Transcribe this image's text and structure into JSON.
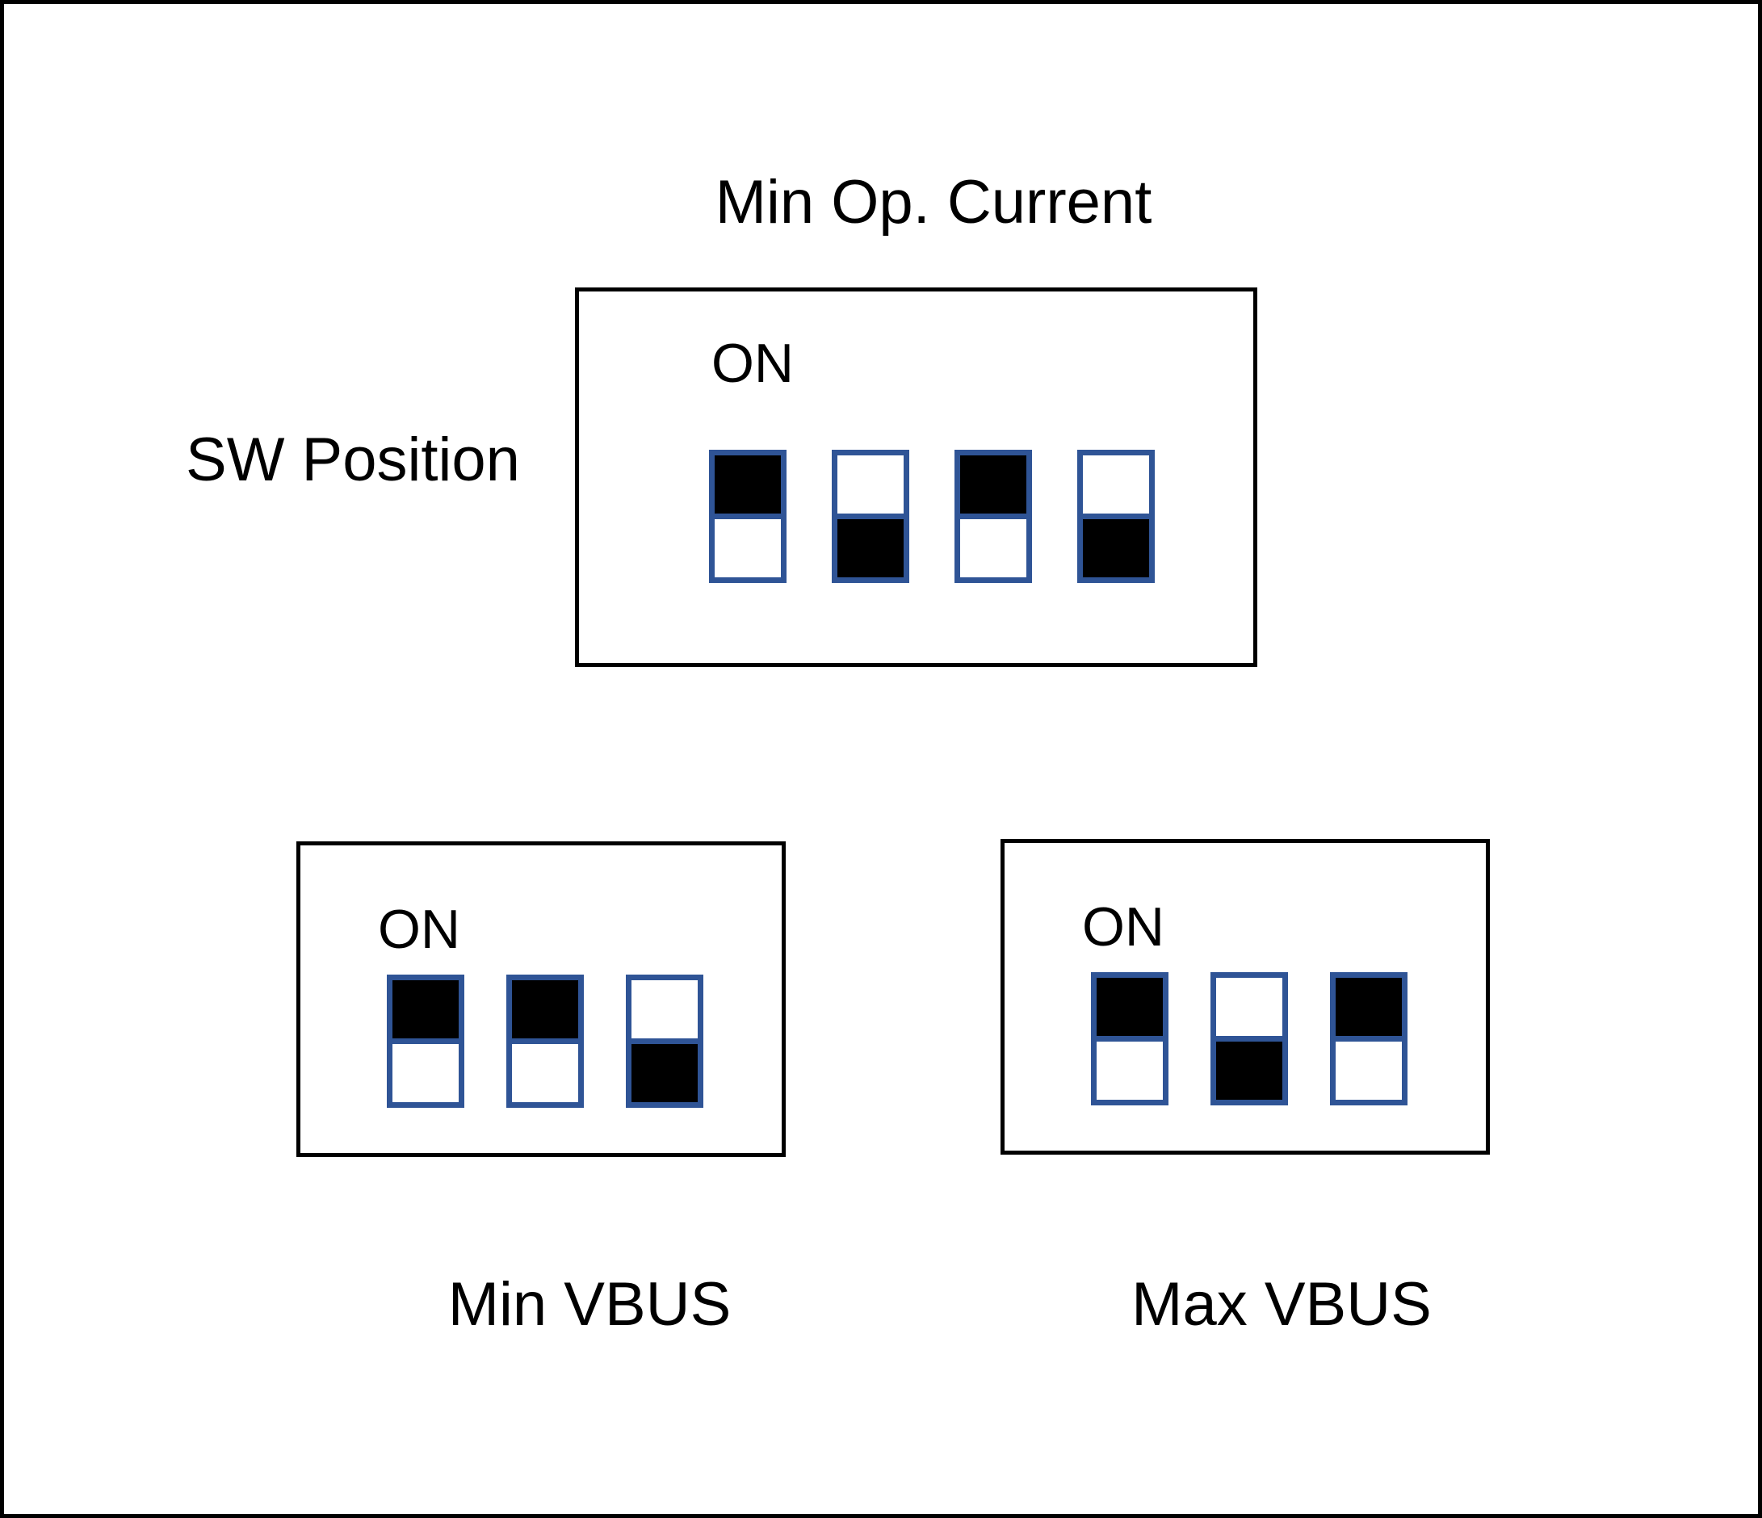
{
  "colors": {
    "background": "#FFFFFF",
    "frame_border": "#000000",
    "box_border": "#000000",
    "switch_border": "#2F5496",
    "switch_fill": "#000000",
    "text": "#000000"
  },
  "labels": {
    "sw_position": "SW Position"
  },
  "groups": {
    "min_op_current": {
      "title": "Min Op. Current",
      "on_label": "ON",
      "switches": [
        "on",
        "off",
        "on",
        "off"
      ]
    },
    "min_vbus": {
      "title": "Min VBUS",
      "on_label": "ON",
      "switches": [
        "on",
        "on",
        "off"
      ]
    },
    "max_vbus": {
      "title": "Max VBUS",
      "on_label": "ON",
      "switches": [
        "on",
        "off",
        "on"
      ]
    }
  }
}
